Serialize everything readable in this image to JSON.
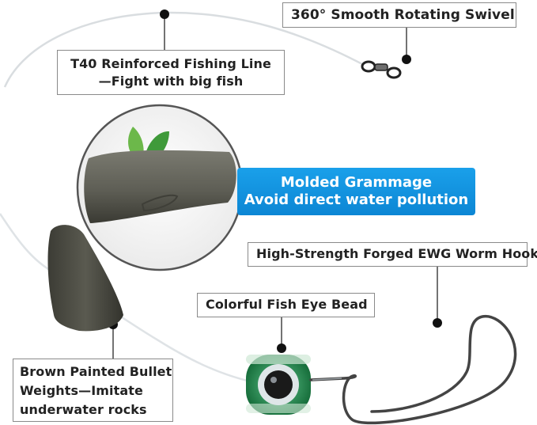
{
  "callouts": {
    "line": [
      "T40 Reinforced Fishing Line",
      "—Fight with big fish"
    ],
    "swivel": "360° Smooth Rotating Swivel",
    "hook": "High-Strength Forged EWG Worm Hook",
    "bead": "Colorful Fish Eye Bead",
    "bullet": [
      "Brown Painted Bullet",
      "Weights—Imitate",
      "underwater rocks"
    ]
  },
  "banner": [
    "Molded Grammage",
    "Avoid direct water pollution"
  ],
  "colors": {
    "banner": "#1094dc",
    "callout_border": "#8a8a8a",
    "weight": "#4a4a42",
    "bead_green": "#1f8a4a",
    "leaf": "#3f9a3a"
  },
  "icons": [
    "leaf-icon"
  ]
}
